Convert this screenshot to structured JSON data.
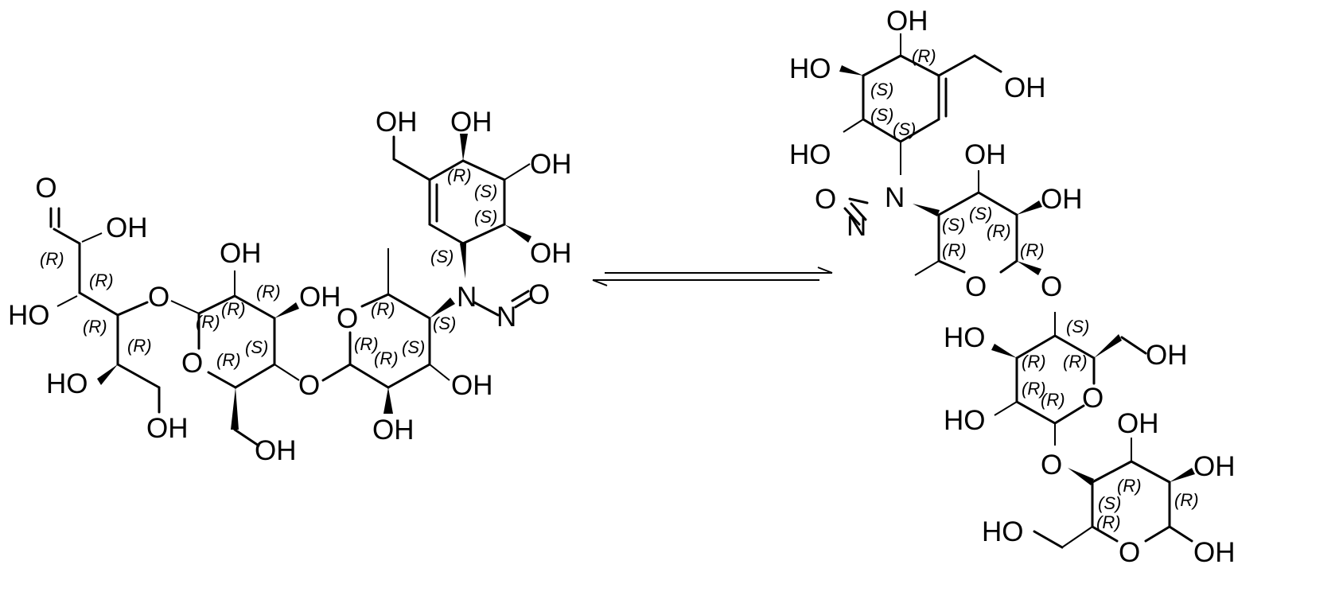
{
  "reaction": {
    "arrow": "equilibrium",
    "left_molecule": {
      "atoms": {
        "aldehyde_O": "O",
        "oh_1": "OH",
        "oh_2": "HO",
        "oh_3": "HO",
        "oh_4": "OH",
        "o_link_1": "O",
        "ring_O_1": "O",
        "oh_5": "OH",
        "oh_6": "OH",
        "oh_7": "OH",
        "o_link_2": "O",
        "ring_O_2": "O",
        "oh_8": "OH",
        "oh_9": "OH",
        "N": "N",
        "N2": "N",
        "nitroso_O": "O",
        "oh_10": "OH",
        "oh_11": "OH",
        "oh_12": "OH",
        "oh_13": "OH"
      },
      "stereo": {
        "s1": "(R)",
        "s2": "(R)",
        "s3": "(R)",
        "s4": "(R)",
        "s5": "(R)",
        "s6": "(R)",
        "s7": "(R)",
        "s8": "(S)",
        "s9": "(R)",
        "s10": "(R)",
        "s11": "(R)",
        "s12": "(R)",
        "s13": "(S)",
        "s14": "(S)",
        "s15": "(R)",
        "s16": "(S)",
        "s17": "(S)",
        "s18": "(S)"
      }
    },
    "right_molecule": {
      "atoms": {
        "oh_a": "OH",
        "oh_b": "HO",
        "oh_c": "OH",
        "oh_d": "HO",
        "N": "N",
        "N2": "N",
        "nitroso_O": "O",
        "oh_e": "OH",
        "oh_f": "OH",
        "ring_O_1": "O",
        "o_link_1": "O",
        "oh_g": "HO",
        "oh_h": "OH",
        "oh_i": "HO",
        "ring_O_2": "O",
        "o_link_2": "O",
        "oh_j": "OH",
        "oh_k": "OH",
        "oh_l": "HO",
        "ring_O_3": "O",
        "oh_m": "OH"
      },
      "stereo": {
        "t1": "(R)",
        "t2": "(S)",
        "t3": "(S)",
        "t4": "(S)",
        "t5": "(S)",
        "t6": "(S)",
        "t7": "(R)",
        "t8": "(R)",
        "t9": "(R)",
        "t10": "(S)",
        "t11": "(R)",
        "t12": "(R)",
        "t13": "(R)",
        "t14": "(R)",
        "t15": "(R)",
        "t16": "(S)",
        "t17": "(R)",
        "t18": "(R)"
      }
    }
  }
}
